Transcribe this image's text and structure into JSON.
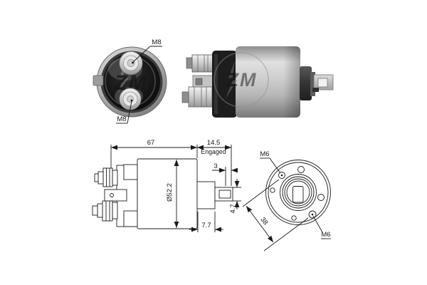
{
  "image": {
    "type": "solenoid-starter-relay-technical-image",
    "background": "#ffffff"
  },
  "watermark": {
    "text": "ZM"
  },
  "front_view": {
    "label_terminal_top": "M8",
    "label_terminal_bottom": "M8"
  },
  "side_drawing": {
    "dim_body_length": "67",
    "dim_engaged_travel": "14.5",
    "engaged_caption": "Engaged",
    "dim_slot": "3",
    "dim_body_diameter": "Ø52.2",
    "dim_fork_height": "4.7",
    "dim_collar_length": "7.7"
  },
  "end_drawing": {
    "label_hole_top": "M6",
    "label_hole_bottom": "M6",
    "dim_hole_spacing": "38"
  },
  "colors": {
    "line": "#1a1a1a",
    "paper": "#ffffff",
    "cap_black": "#1d1d1d",
    "metal_light": "#d8d8d8",
    "metal_dark": "#6e6e6e",
    "watermark_gray": "#9e9e9e"
  }
}
